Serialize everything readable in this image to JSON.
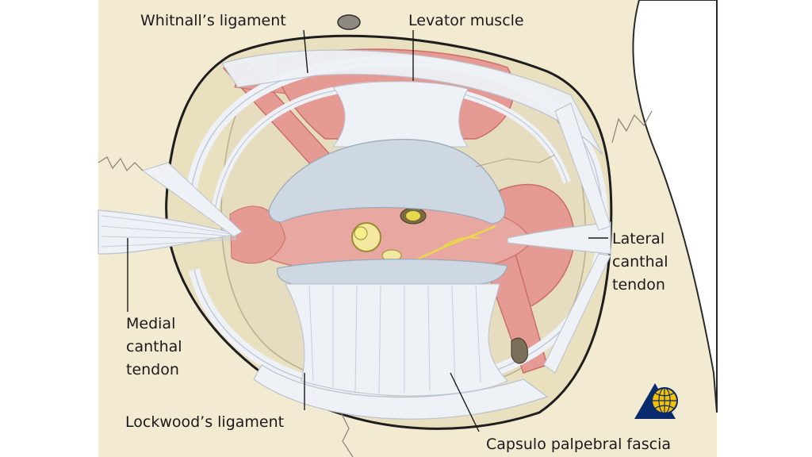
{
  "labels": {
    "whitnall": "Whitnall’s ligament",
    "levator": "Levator muscle",
    "lateral_1": "Lateral",
    "lateral_2": "canthal",
    "lateral_3": "tendon",
    "medial_1": "Medial",
    "medial_2": "canthal",
    "medial_3": "tendon",
    "lockwood": "Lockwood’s ligament",
    "capsulo": "Capsulo palpebral fascia"
  },
  "colors": {
    "background": "#f3ead2",
    "bone": "#efe6c8",
    "orbit_fill": "#e9e0c0",
    "muscle": "#e59a94",
    "muscle_dark": "#d36f68",
    "ligament": "#eef1f6",
    "ligament_stroke": "#b9c2cf",
    "tarsus": "#cdd8e3",
    "nerve": "#e8d94a",
    "logo_blue": "#0a2a6e",
    "logo_yellow": "#f2c200"
  },
  "logo": "globe-triangle-logo"
}
